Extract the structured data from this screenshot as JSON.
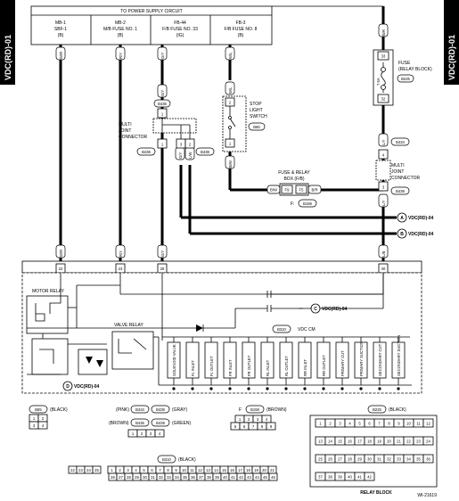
{
  "page_id_left": "VDC(RD)-01",
  "page_id_right": "VDC(RD)-01",
  "supply": {
    "header": "TO POWER SUPPLY CIRCUIT",
    "cells": [
      {
        "l1": "MB-1",
        "l2": "SBF-1",
        "l3": "(B)"
      },
      {
        "l1": "MB-2",
        "l2": "M/B FUSE NO. 1",
        "l3": "(B)"
      },
      {
        "l1": "FB-44",
        "l2": "F/B FUSE NO. 33",
        "l3": "(IG)"
      },
      {
        "l1": "FB-3",
        "l2": "F/B FUSE NO. 8",
        "l3": "(B)"
      }
    ]
  },
  "wires": {
    "w1": "W/R",
    "w2": "R/Y",
    "w3": "G/Y",
    "w4": "W/L",
    "w5": "L/W",
    "w6": "B/R",
    "w7": "B/W",
    "w8": "L/Y",
    "w9": "G/Y",
    "w10": "L/Y",
    "w11": "L/Y",
    "w12": "B/W",
    "w13": "B/R",
    "w14": "W/L",
    "w15": "L/B",
    "w16": "W/R",
    "w17": "R/Y",
    "w18": "G/Y",
    "w19": "L/B",
    "w20": "G/Y",
    "w21": "L/W"
  },
  "pins": {
    "p22": "22",
    "p23": "23",
    "p28": "28",
    "p30": "30",
    "p26": "26",
    "p1": "1",
    "p2": "2",
    "p3": "3",
    "p33": "33",
    "p32": "32",
    "p8": "8",
    "p9": "9",
    "p1b": "1",
    "p2b": "2",
    "p3b": "3",
    "p4": "4",
    "p1c": "1",
    "p3c": "3",
    "p2c": "2",
    "p21": "21",
    "p8b": "8"
  },
  "labels": {
    "b435": "B435",
    "b436": "B436",
    "b438": "B438",
    "b434": "B434",
    "b439": "B439",
    "b65": "B65",
    "b225": "B225",
    "f_b159": "B159",
    "b310": "B310",
    "multi_joint_left": [
      "MULTI",
      "JOINT",
      "CONNECTOR"
    ],
    "multi_joint_right": [
      "MULTI",
      "JOINT",
      "CONNECTOR"
    ],
    "stop_light": [
      "STOP",
      "LIGHT",
      "SWITCH"
    ],
    "fuse_relay_box": "FUSE & RELAY",
    "fuse_relay_box2": "BOX (F/B)",
    "fuse_label": "FUSE",
    "relay_block_label": "(RELAY BLOCK)",
    "fuse_amp": "7.5A",
    "f_prefix": "F:",
    "f9": "F9",
    "f5": "F5",
    "motor_relay": "MOTOR RELAY",
    "valve_relay": "VALVE RELAY",
    "vdc_cm": "VDC CM"
  },
  "refs": {
    "a": {
      "letter": "A",
      "target": "VDC(RD)-04"
    },
    "b": {
      "letter": "B",
      "target": "VDC(RD)-04"
    },
    "c": {
      "letter": "C",
      "target": "VDC(RD)-04"
    },
    "d": {
      "letter": "D",
      "target": "VDC(RD)-04"
    }
  },
  "valves": [
    "SOLENOID VALVE",
    "FL INLET",
    "FL OUTLET",
    "FR INLET",
    "FR OUTLET",
    "RL INLET",
    "RL OUTLET",
    "RR INLET",
    "RR OUTLET",
    "PRIMARY CUT",
    "PRIMARY SUCTION",
    "SECONDARY CUT",
    "SECONDARY SUCTION"
  ],
  "legend": {
    "b65": {
      "code": "B65",
      "color": "(BLACK)",
      "cells": [
        "1",
        "2",
        "3",
        "4"
      ]
    },
    "group": {
      "pink": "(PINK)",
      "b434": "B434",
      "b438": "B438",
      "gray": "(GRAY)",
      "brown": "(BROWN)",
      "b436": "B436",
      "b439": "B439",
      "green": "(GREEN)",
      "cells": [
        "1",
        "2",
        "3",
        "4"
      ]
    },
    "f_b159": {
      "prefix": "F",
      "code": "B159",
      "color": "(BROWN)",
      "row1": [
        "1",
        "2",
        "3",
        "4"
      ],
      "row2": [
        "5",
        "6",
        "7",
        "8",
        "9"
      ]
    },
    "b225": {
      "code": "B225",
      "color": "(BLACK)",
      "title": "RELAY BLOCK"
    },
    "b310": {
      "code": "B310",
      "color": "(BLACK)",
      "row1": [
        "22",
        "23",
        "24",
        "25",
        "1",
        "2",
        "3",
        "4",
        "5",
        "6",
        "7",
        "8",
        "9",
        "10",
        "11",
        "12",
        "13",
        "14",
        "15",
        "16",
        "17",
        "18",
        "19",
        "20",
        "21"
      ],
      "row2": [
        "26",
        "27",
        "28",
        "29",
        "30",
        "31",
        "32",
        "33",
        "34",
        "35",
        "36",
        "37",
        "38",
        "39",
        "40",
        "41",
        "42",
        "43",
        "44",
        "45",
        "46"
      ]
    }
  },
  "b225_cells": [
    "1",
    "2",
    "3",
    "4",
    "5",
    "6",
    "7",
    "8",
    "9",
    "10",
    "11",
    "12",
    "13",
    "14",
    "15",
    "16",
    "17",
    "18",
    "19",
    "20",
    "21",
    "22",
    "23",
    "24",
    "25",
    "26",
    "27",
    "28",
    "29",
    "30",
    "31",
    "32",
    "33",
    "34",
    "35",
    "36",
    "37",
    "38",
    "39",
    "40",
    "41",
    "42"
  ],
  "footer_code": "WI-21619"
}
